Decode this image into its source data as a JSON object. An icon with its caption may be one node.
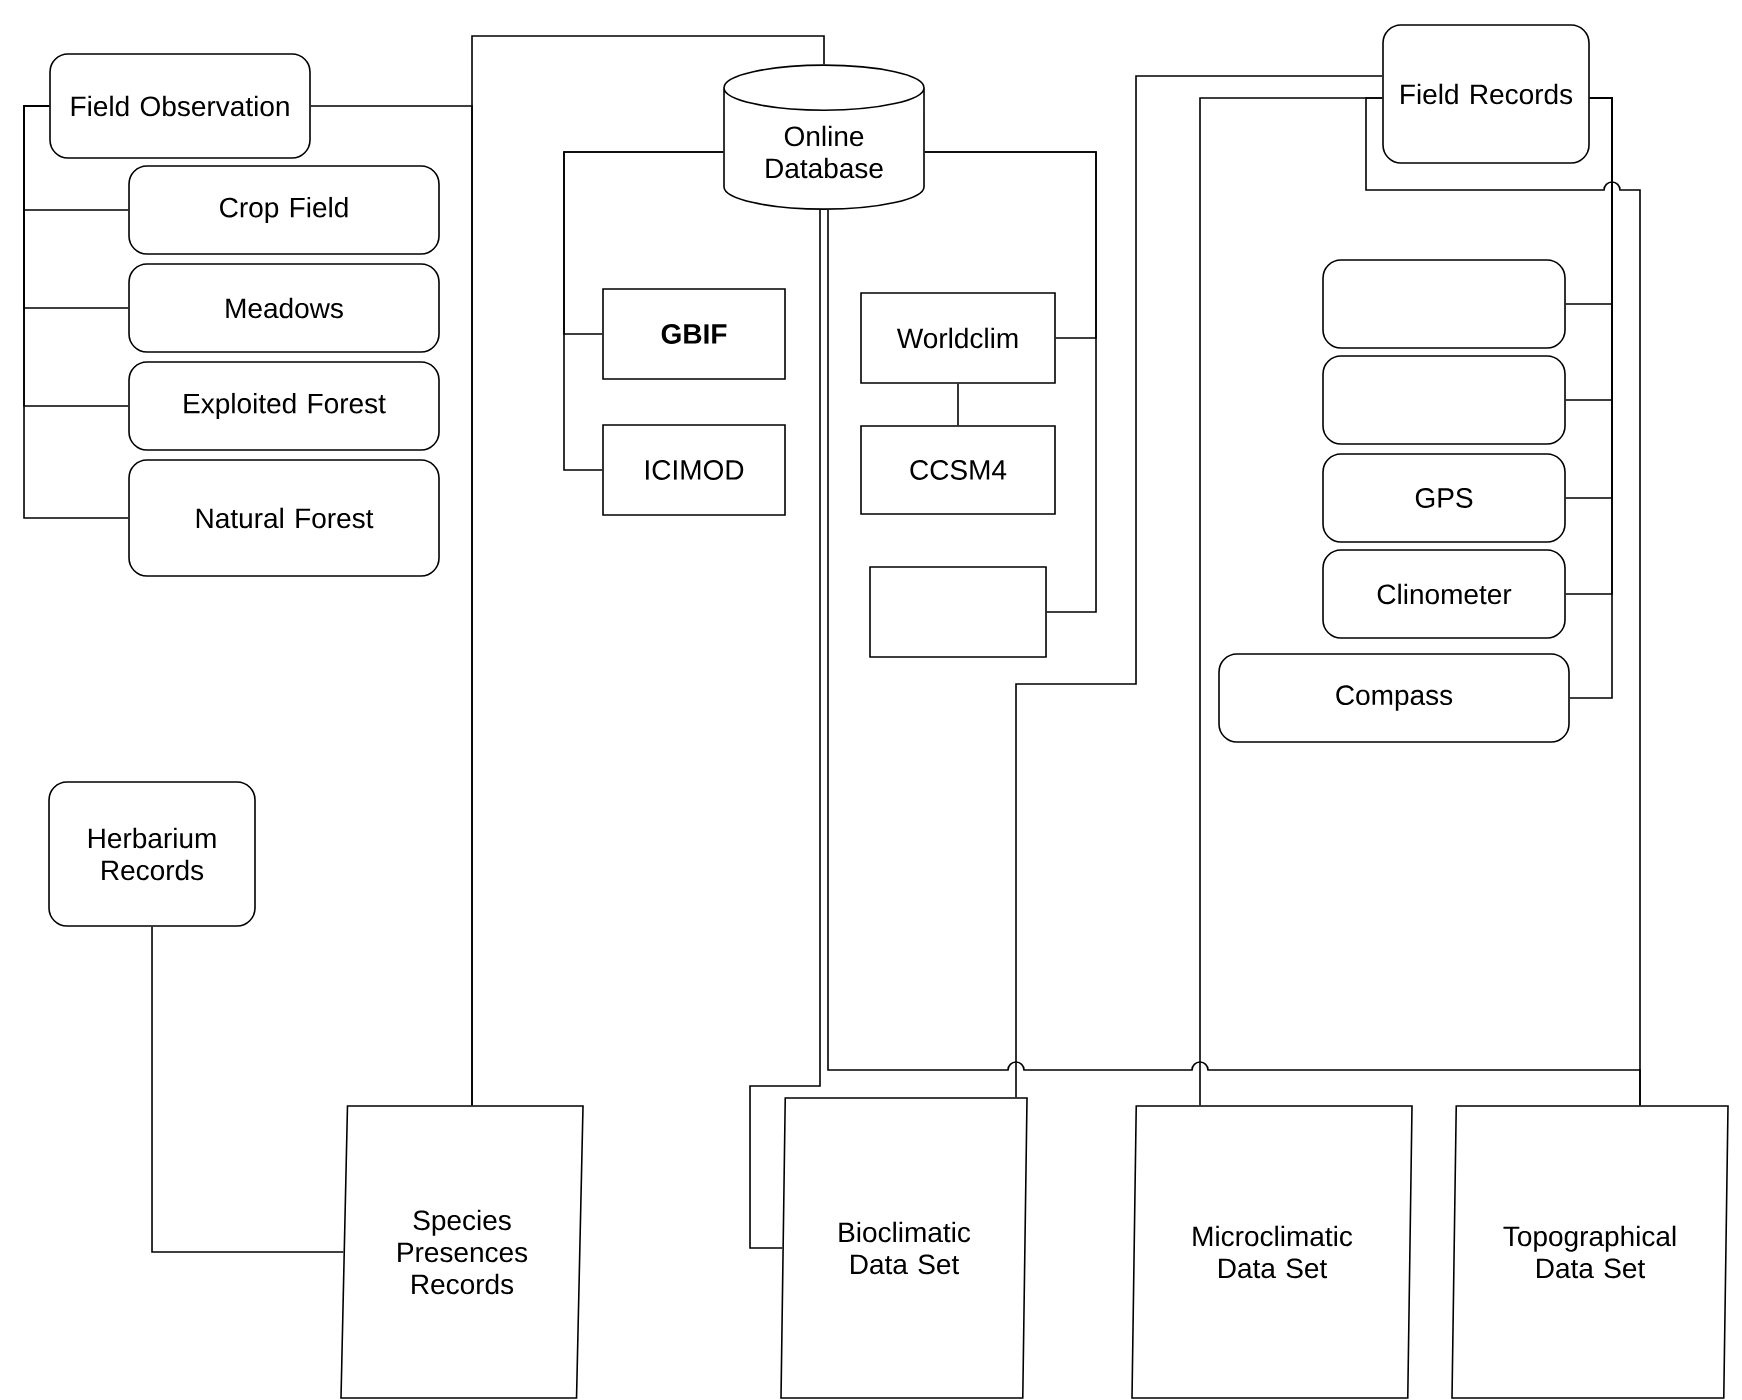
{
  "diagram": {
    "nodes": [
      {
        "text": [
          "Field Observation"
        ]
      },
      {
        "text": [
          "Crop Field"
        ]
      },
      {
        "text": [
          "Meadows"
        ]
      },
      {
        "text": [
          "Exploited Forest"
        ]
      },
      {
        "text": [
          "Natural Forest"
        ]
      },
      {
        "text": [
          "Online Database"
        ]
      },
      {
        "text": [
          "GBIF"
        ]
      },
      {
        "text": [
          "ICIMOD"
        ]
      },
      {
        "text": [
          "Worldclim"
        ]
      },
      {
        "text": [
          "CCSM4"
        ]
      },
      {
        "text": [],
        "shape": "box"
      },
      {
        "text": [
          "Field Records"
        ]
      },
      {
        "text": [],
        "shape": "box"
      },
      {
        "text": [],
        "shape": "box"
      },
      {
        "text": [
          "GPS"
        ]
      },
      {
        "text": [
          "Clinometer"
        ]
      },
      {
        "text": [
          "Compass"
        ]
      },
      {
        "text": [
          "Herbarium Records"
        ]
      },
      {
        "text": [
          "Species Presences Records"
        ]
      },
      {
        "text": [
          "Bioclimatic Data Set"
        ]
      },
      {
        "text": [
          "Microclimatic Data Set"
        ]
      },
      {
        "text": [
          "Topographical Data Set"
        ]
      }
    ],
    "edges": [
      {
        "from": 0,
        "to": 1,
        "arrow": "none"
      },
      {
        "from": 0,
        "to": 2,
        "arrow": "none"
      },
      {
        "from": 0,
        "to": 3,
        "arrow": "none"
      },
      {
        "from": 0,
        "to": 4,
        "arrow": "none"
      },
      {
        "from": 0,
        "to": 18,
        "arrow": "none"
      },
      {
        "from": 5,
        "to": 18,
        "arrow": "none"
      },
      {
        "from": 5,
        "to": 6,
        "arrow": "none"
      },
      {
        "from": 5,
        "to": 7,
        "arrow": "none"
      },
      {
        "from": 5,
        "to": 8,
        "arrow": "none"
      },
      {
        "from": 5,
        "to": 10,
        "arrow": "none"
      },
      {
        "from": 8,
        "to": 9,
        "arrow": "none"
      },
      {
        "from": 5,
        "to": 19,
        "arrow": "none"
      },
      {
        "from": 5,
        "to": 21,
        "arrow": "none"
      },
      {
        "from": 11,
        "to": 19,
        "arrow": "none"
      },
      {
        "from": 11,
        "to": 20,
        "arrow": "none"
      },
      {
        "from": 11,
        "to": 21,
        "arrow": "none"
      },
      {
        "from": 11,
        "to": 12,
        "arrow": "none"
      },
      {
        "from": 11,
        "to": 13,
        "arrow": "none"
      },
      {
        "from": 11,
        "to": 14,
        "arrow": "none"
      },
      {
        "from": 11,
        "to": 15,
        "arrow": "none"
      },
      {
        "from": 11,
        "to": 16,
        "arrow": "none"
      },
      {
        "from": 17,
        "to": 18,
        "arrow": "none"
      }
    ]
  }
}
